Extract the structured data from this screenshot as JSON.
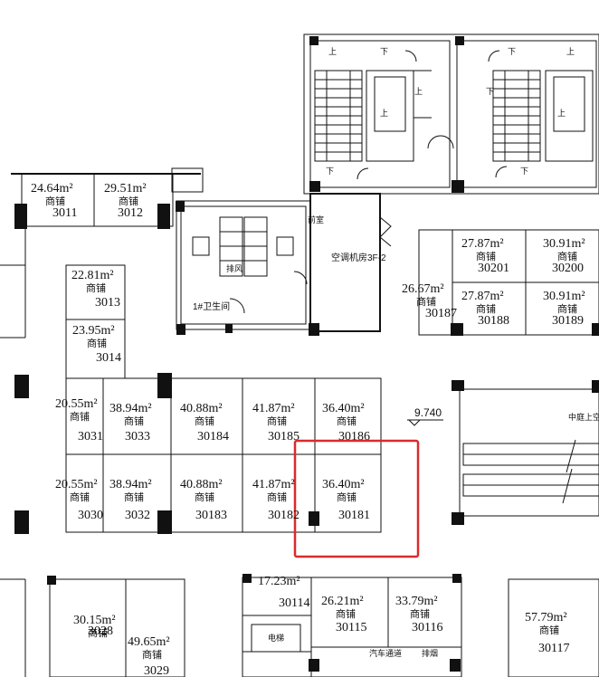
{
  "unit_label": "商铺",
  "units": [
    {
      "id": "3011",
      "area": "24.64m²",
      "has_label": true
    },
    {
      "id": "3012",
      "area": "29.51m²",
      "has_label": true
    },
    {
      "id": "3013",
      "area": "22.81m²",
      "has_label": true
    },
    {
      "id": "3014",
      "area": "23.95m²",
      "has_label": true
    },
    {
      "id": "3031",
      "area": "20.55m²",
      "has_label": true
    },
    {
      "id": "3033",
      "area": "38.94m²",
      "has_label": true
    },
    {
      "id": "30184",
      "area": "40.88m²",
      "has_label": true
    },
    {
      "id": "30185",
      "area": "41.87m²",
      "has_label": true
    },
    {
      "id": "30186",
      "area": "36.40m²",
      "has_label": true
    },
    {
      "id": "3030",
      "area": "20.55m²",
      "has_label": true
    },
    {
      "id": "3032",
      "area": "38.94m²",
      "has_label": true
    },
    {
      "id": "30183",
      "area": "40.88m²",
      "has_label": true
    },
    {
      "id": "30182",
      "area": "41.87m²",
      "has_label": true
    },
    {
      "id": "30181",
      "area": "36.40m²",
      "has_label": true
    },
    {
      "id": "30201",
      "area": "27.87m²",
      "has_label": true
    },
    {
      "id": "30200",
      "area": "30.91m²",
      "has_label": true
    },
    {
      "id": "30187",
      "area": "26.67m²",
      "has_label": true
    },
    {
      "id": "30188",
      "area": "27.87m²",
      "has_label": true
    },
    {
      "id": "30189",
      "area": "30.91m²",
      "has_label": true
    },
    {
      "id": "30114",
      "area": "17.23m²",
      "has_label": false
    },
    {
      "id": "30115",
      "area": "26.21m²",
      "has_label": true
    },
    {
      "id": "30116",
      "area": "33.79m²",
      "has_label": true
    },
    {
      "id": "30117",
      "area": "57.79m²",
      "has_label": true
    },
    {
      "id": "3028",
      "area": "30.15m²",
      "has_label": true
    },
    {
      "id": "3029",
      "area": "49.65m²",
      "has_label": true
    }
  ],
  "labels": {
    "restroom": "1#卫生间",
    "room_3f2": "空调机房3F-2",
    "elevation": "9.740",
    "stairs_up": "上",
    "stairs_down": "下",
    "escalator_room": "中庭上空",
    "small_room_1": "前室",
    "small_room_2": "排风",
    "lower_room_1": "电梯",
    "lower_room_2": "汽车通道",
    "lower_room_3": "排烟"
  },
  "highlight": {
    "color": "#d92b2b",
    "target": "30181"
  }
}
